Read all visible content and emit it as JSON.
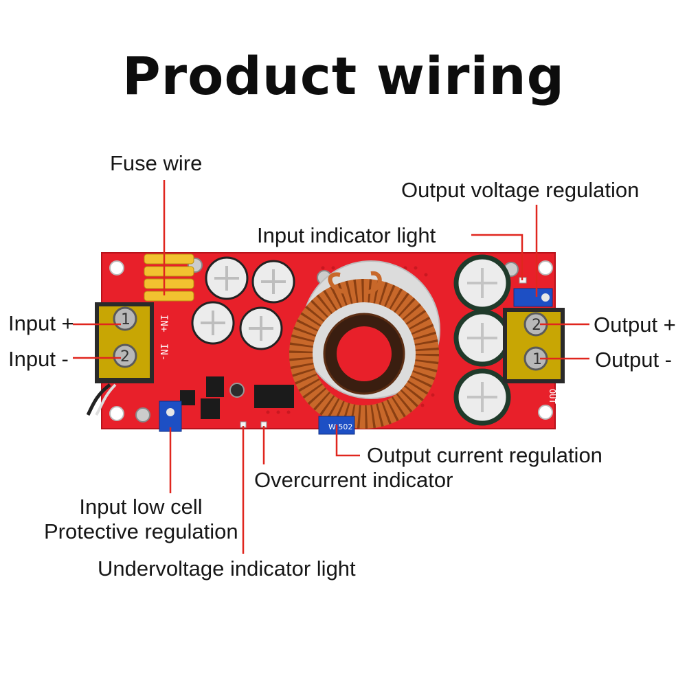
{
  "title": "Product wiring",
  "labels": {
    "fuse_wire": "Fuse wire",
    "output_voltage_regulation": "Output voltage regulation",
    "input_indicator_light": "Input indicator light",
    "input_plus": "Input +",
    "input_minus": "Input -",
    "output_plus": "Output +",
    "output_minus": "Output -",
    "output_current_regulation": "Output current regulation",
    "overcurrent_indicator": "Overcurrent indicator",
    "input_low_cell_line1": "Input low cell",
    "input_low_cell_line2": "Protective regulation",
    "undervoltage_indicator_light": "Undervoltage indicator light"
  },
  "board_marks": {
    "in_plus": "IN+",
    "in_minus": "IN-",
    "out": "OUT",
    "terminal_1": "1",
    "terminal_2": "2",
    "pot_code_1": "502",
    "pot_code_2": "W 502"
  },
  "colors": {
    "callout_line": "#e0261e",
    "pcb": "#e8202a",
    "copper": "#c8682a",
    "terminal": "#d9b400",
    "potentiometer": "#1d4fc4"
  }
}
